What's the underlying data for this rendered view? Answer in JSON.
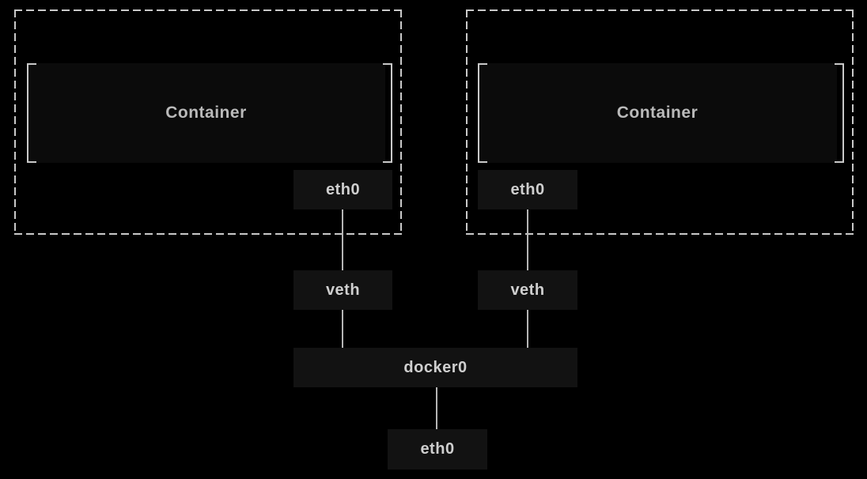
{
  "diagram": {
    "type": "docker-bridge-network",
    "background_color": "#000000",
    "colors": {
      "dashed_border": "#c9c9c9",
      "bracket": "#c9c9c9",
      "container_fill": "#0b0b0b",
      "node_fill": "#121212",
      "container_label_text": "#bababa",
      "node_label_text": "#cfcfcf",
      "connector_line": "#b5b5b5"
    },
    "containers": [
      {
        "label": "Container",
        "interface": "eth0"
      },
      {
        "label": "Container",
        "interface": "eth0"
      }
    ],
    "veth": [
      "veth",
      "veth"
    ],
    "bridge": "docker0",
    "host_interface": "eth0",
    "connections": [
      "container-1 eth0 -> veth-1",
      "container-2 eth0 -> veth-2",
      "veth-1 -> docker0",
      "veth-2 -> docker0",
      "docker0 -> host eth0"
    ]
  }
}
